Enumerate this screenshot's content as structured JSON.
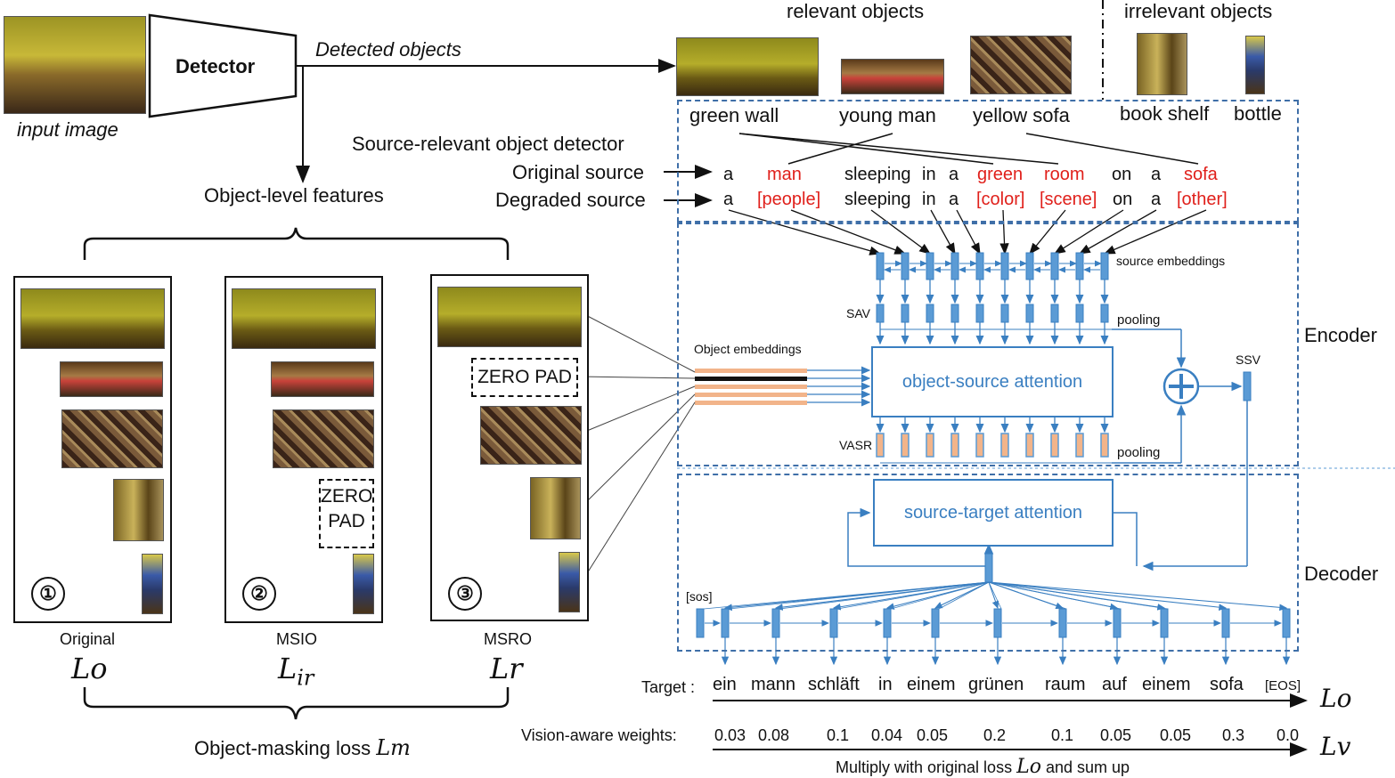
{
  "input": {
    "caption": "input image",
    "detector_label": "Detector",
    "detected_label": "Detected objects"
  },
  "object_groups": {
    "relevant": "relevant objects",
    "irrelevant": "irrelevant objects"
  },
  "objects": [
    "green wall",
    "young man",
    "yellow sofa",
    "book shelf",
    "bottle"
  ],
  "pipeline_labels": {
    "detector": "Source-relevant object detector",
    "original": "Original source",
    "degraded": "Degraded source",
    "object_features": "Object-level features"
  },
  "original_source": [
    "a",
    "man",
    "sleeping",
    "in",
    "a",
    "green",
    "room",
    "on",
    "a",
    "sofa"
  ],
  "degraded_source": [
    "a",
    "[people]",
    "sleeping",
    "in",
    "a",
    "[color]",
    "[scene]",
    "on",
    "a",
    "[other]"
  ],
  "panels": [
    {
      "num": "①",
      "name": "Original",
      "loss_main": "L",
      "loss_sub": "o"
    },
    {
      "num": "②",
      "name": "MSIO",
      "loss_main": "L",
      "loss_sub": "ir"
    },
    {
      "num": "③",
      "name": "MSRO",
      "loss_main": "L",
      "loss_sub": "r"
    }
  ],
  "zero_pad": {
    "a": "ZERO PAD",
    "b1": "ZERO",
    "b2": "PAD"
  },
  "masking_loss": {
    "text": "Object-masking loss",
    "main": "L",
    "sub": "m"
  },
  "encoder": {
    "label": "Encoder",
    "source_embeddings": "source embeddings",
    "sav": "SAV",
    "pooling": "pooling",
    "object_embeddings": "Object embeddings",
    "attention": "object-source attention",
    "ssv": "SSV",
    "vasr": "VASR"
  },
  "decoder": {
    "label": "Decoder",
    "attention": "source-target attention",
    "sos": "[sos]"
  },
  "target": {
    "label": "Target :",
    "words": [
      "ein",
      "mann",
      "schläft",
      "in",
      "einem",
      "grünen",
      "raum",
      "auf",
      "einem",
      "sofa",
      "[EOS]"
    ],
    "loss_main": "L",
    "loss_sub": "o"
  },
  "weights": {
    "label": "Vision-aware weights:",
    "values": [
      "0.03",
      "0.08",
      "0.1",
      "0.04",
      "0.05",
      "0.2",
      "0.1",
      "0.05",
      "0.05",
      "0.3",
      "0.0"
    ],
    "loss_main": "L",
    "loss_sub": "v"
  },
  "multiply": {
    "text": "Multiply with original loss",
    "main": "L",
    "sub": "o",
    "tail": "and sum up"
  },
  "colors": {
    "accent": "#3a7fc1",
    "dash": "#3f6fa8",
    "highlight": "#e0201b",
    "object_emb": "#f2b48a"
  }
}
